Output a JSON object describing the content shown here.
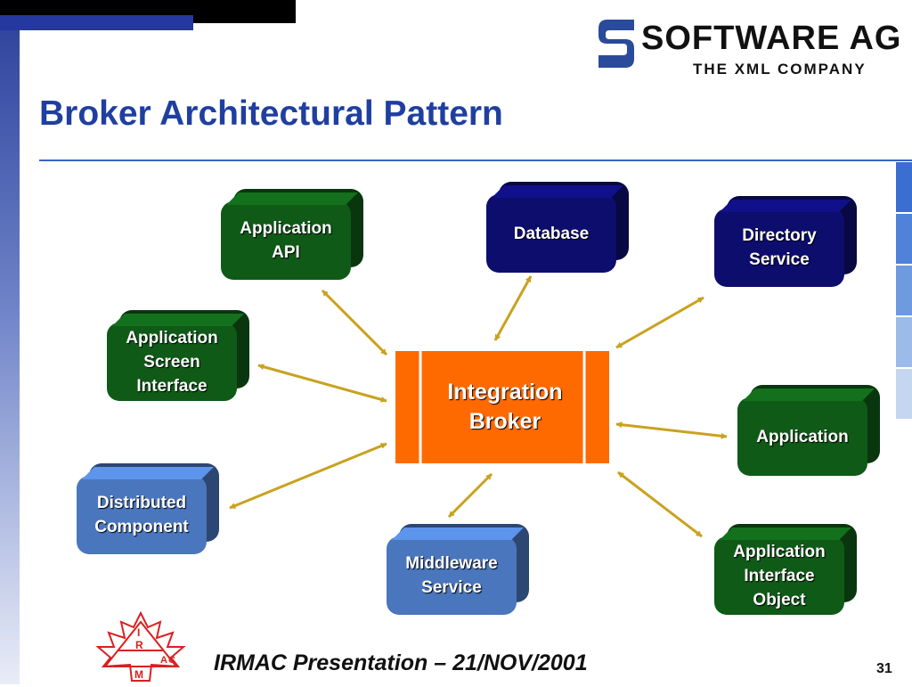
{
  "title": "Broker Architectural Pattern",
  "logo": {
    "brand": "SOFTWARE AG",
    "tagline": "THE XML COMPANY"
  },
  "footer": {
    "text": "IRMAC Presentation – 21/NOV/2001",
    "page": "31"
  },
  "irmac_logo": {
    "letters": [
      "I",
      "R",
      "M",
      "A",
      "C"
    ]
  },
  "colors": {
    "green": "#0f5a17",
    "navy": "#0d0d6e",
    "blue": "#4a76bd",
    "orange": "#ff6a00",
    "arrow": "#c9a21f",
    "title": "#1f3fa0"
  },
  "diagram": {
    "center": {
      "id": "integration-broker",
      "label": "Integration\nBroker"
    },
    "nodes": [
      {
        "id": "application-api",
        "label": "Application\nAPI",
        "color": "green"
      },
      {
        "id": "database",
        "label": "Database",
        "color": "navy"
      },
      {
        "id": "directory-service",
        "label": "Directory\nService",
        "color": "navy"
      },
      {
        "id": "application-screen-interface",
        "label": "Application\nScreen\nInterface",
        "color": "green"
      },
      {
        "id": "application",
        "label": "Application",
        "color": "green"
      },
      {
        "id": "distributed-component",
        "label": "Distributed\nComponent",
        "color": "blue"
      },
      {
        "id": "middleware-service",
        "label": "Middleware\nService",
        "color": "blue"
      },
      {
        "id": "application-interface-object",
        "label": "Application\nInterface\nObject",
        "color": "green"
      }
    ],
    "edges": [
      {
        "from": "application-api",
        "to": "integration-broker",
        "type": "bidirectional"
      },
      {
        "from": "database",
        "to": "integration-broker",
        "type": "bidirectional"
      },
      {
        "from": "directory-service",
        "to": "integration-broker",
        "type": "bidirectional"
      },
      {
        "from": "application-screen-interface",
        "to": "integration-broker",
        "type": "bidirectional"
      },
      {
        "from": "application",
        "to": "integration-broker",
        "type": "bidirectional"
      },
      {
        "from": "distributed-component",
        "to": "integration-broker",
        "type": "bidirectional"
      },
      {
        "from": "middleware-service",
        "to": "integration-broker",
        "type": "bidirectional"
      },
      {
        "from": "application-interface-object",
        "to": "integration-broker",
        "type": "bidirectional"
      }
    ]
  }
}
